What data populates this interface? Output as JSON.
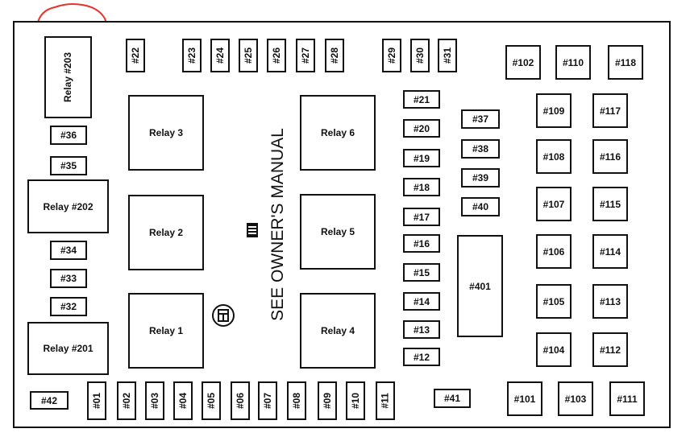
{
  "notice": "SEE OWNER'S MANUAL",
  "relays": {
    "r1": "Relay 1",
    "r2": "Relay 2",
    "r3": "Relay 3",
    "r4": "Relay 4",
    "r5": "Relay 5",
    "r6": "Relay 6",
    "r201": "Relay  #201",
    "r202": "Relay  #202",
    "r203": "Relay  #203",
    "r401": "#401"
  },
  "fuses": {
    "f01": "#01",
    "f02": "#02",
    "f03": "#03",
    "f04": "#04",
    "f05": "#05",
    "f06": "#06",
    "f07": "#07",
    "f08": "#08",
    "f09": "#09",
    "f10": "#10",
    "f11": "#11",
    "f12": "#12",
    "f13": "#13",
    "f14": "#14",
    "f15": "#15",
    "f16": "#16",
    "f17": "#17",
    "f18": "#18",
    "f19": "#19",
    "f20": "#20",
    "f21": "#21",
    "f22": "#22",
    "f23": "#23",
    "f24": "#24",
    "f25": "#25",
    "f26": "#26",
    "f27": "#27",
    "f28": "#28",
    "f29": "#29",
    "f30": "#30",
    "f31": "#31",
    "f32": "#32",
    "f33": "#33",
    "f34": "#34",
    "f35": "#35",
    "f36": "#36",
    "f37": "#37",
    "f38": "#38",
    "f39": "#39",
    "f40": "#40",
    "f41": "#41",
    "f42": "#42",
    "f101": "#101",
    "f102": "#102",
    "f103": "#103",
    "f104": "#104",
    "f105": "#105",
    "f106": "#106",
    "f107": "#107",
    "f108": "#108",
    "f109": "#109",
    "f110": "#110",
    "f111": "#111",
    "f112": "#112",
    "f113": "#113",
    "f114": "#114",
    "f115": "#115",
    "f116": "#116",
    "f117": "#117",
    "f118": "#118"
  },
  "colors": {
    "outline": "#111111",
    "highlight": "#e8322d",
    "background": "#ffffff"
  }
}
